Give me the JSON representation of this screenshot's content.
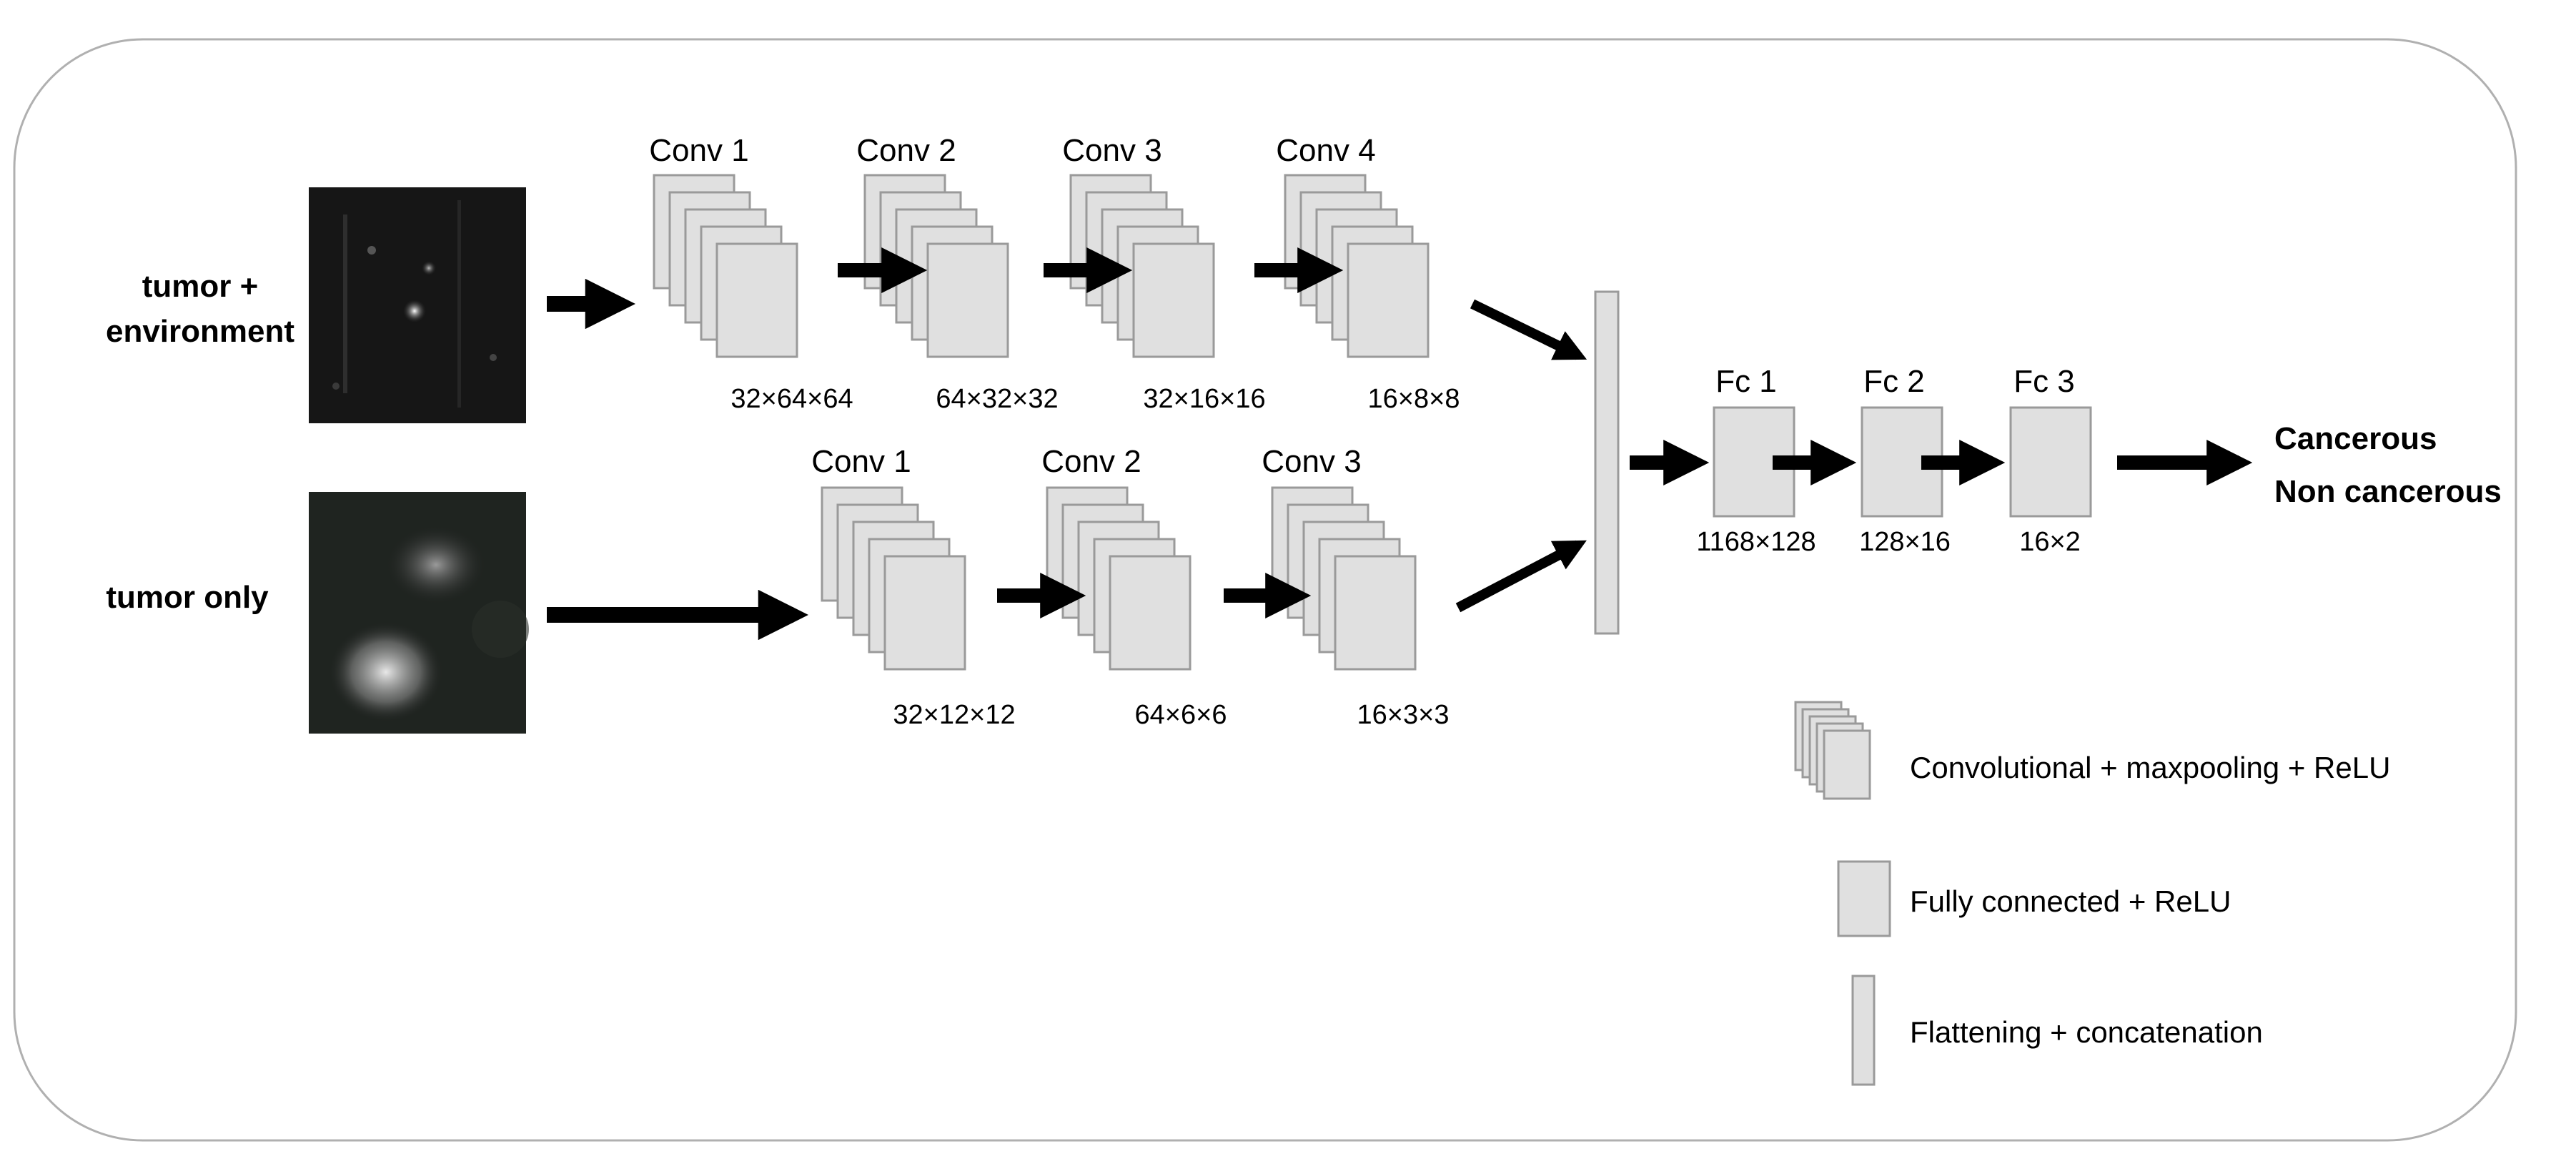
{
  "inputs": [
    {
      "label_line1": "tumor +",
      "label_line2": "environment",
      "image": "tumor-environment-thumbnail"
    },
    {
      "label": "tumor only",
      "image": "tumor-only-thumbnail"
    }
  ],
  "branch_top": [
    {
      "name": "Conv 1",
      "dims": "32×64×64"
    },
    {
      "name": "Conv 2",
      "dims": "64×32×32"
    },
    {
      "name": "Conv 3",
      "dims": "32×16×16"
    },
    {
      "name": "Conv 4",
      "dims": "16×8×8"
    }
  ],
  "branch_bottom": [
    {
      "name": "Conv 1",
      "dims": "32×12×12"
    },
    {
      "name": "Conv 2",
      "dims": "64×6×6"
    },
    {
      "name": "Conv 3",
      "dims": "16×3×3"
    }
  ],
  "fc_layers": [
    {
      "name": "Fc 1",
      "dims": "1168×128"
    },
    {
      "name": "Fc 2",
      "dims": "128×16"
    },
    {
      "name": "Fc 3",
      "dims": "16×2"
    }
  ],
  "outputs": [
    "Cancerous",
    "Non cancerous"
  ],
  "legend": [
    {
      "icon": "stacked-conv-icon",
      "label": "Convolutional + maxpooling + ReLU"
    },
    {
      "icon": "fc-box-icon",
      "label": "Fully connected + ReLU"
    },
    {
      "icon": "flatten-bar-icon",
      "label": "Flattening + concatenation"
    }
  ],
  "colors": {
    "box_fill": "#e0e0e0",
    "box_stroke": "#9a9a9a",
    "arrow": "#000000",
    "frame": "#b0b0b0"
  }
}
